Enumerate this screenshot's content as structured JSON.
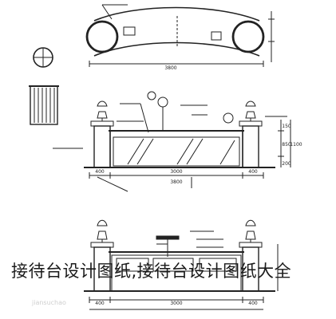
{
  "title": "接待台设计图纸,接待台设计图纸大全",
  "dims": {
    "plan_overall": "3800",
    "front_overall": "3800",
    "front_segments": [
      "400",
      "3000",
      "400"
    ],
    "rear_segments": [
      "400",
      "3000",
      "400"
    ],
    "height_total": "1100",
    "height_parts": [
      "200",
      "850",
      "150"
    ]
  },
  "watermark": "jiansuchao"
}
